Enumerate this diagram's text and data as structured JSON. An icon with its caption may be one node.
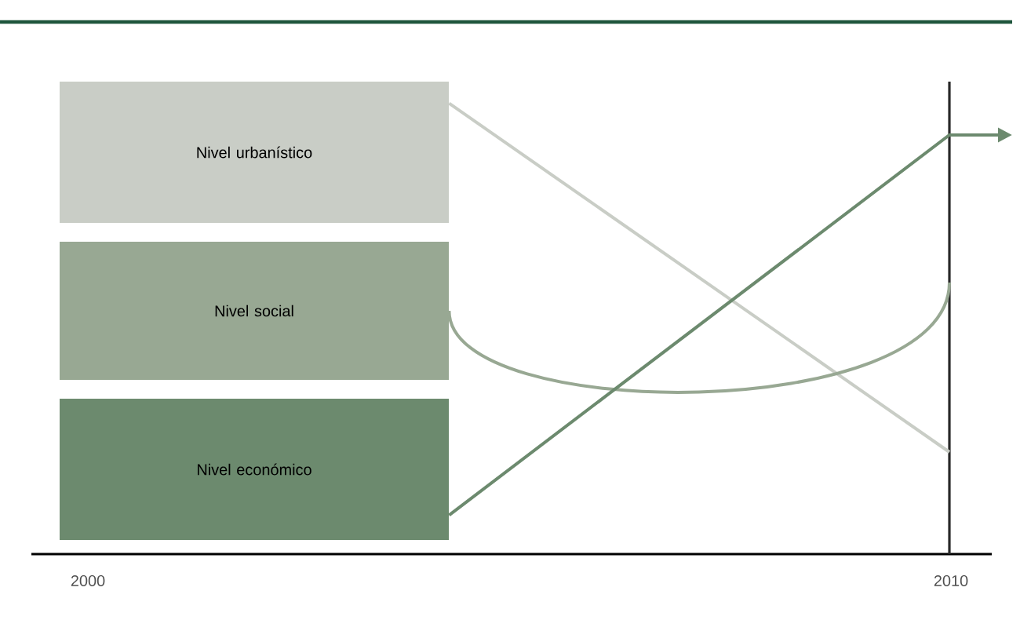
{
  "diagram": {
    "nodes": [
      {
        "text": [
          "Nivel urbanístico"
        ]
      },
      {
        "text": [
          "Nivel social"
        ]
      },
      {
        "text": [
          "Nivel económico"
        ]
      }
    ],
    "edges": [
      {
        "from": 0,
        "to": null,
        "arrow": "none",
        "color": "#c9cdc6"
      },
      {
        "from": 1,
        "to": null,
        "arrow": "none",
        "color": "#98a893"
      },
      {
        "from": 2,
        "to": null,
        "arrow": "to",
        "color": "#6c8a6e"
      }
    ],
    "labels": [
      "2000",
      "2010"
    ]
  }
}
